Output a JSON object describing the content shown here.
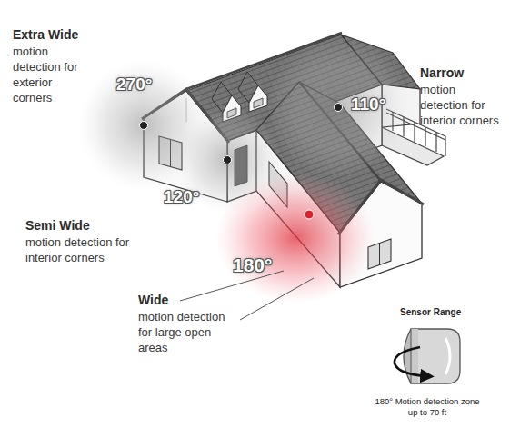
{
  "diagram": {
    "labels": [
      "Extra Wide",
      "motion detection for exterior corners",
      "270°",
      "Narrow",
      "motion detection for interior corners",
      "110°",
      "120°",
      "Semi Wide",
      "motion detection for interior corners",
      "Wide",
      "motion detection for large open areas",
      "180°",
      "Sensor Range",
      "180° Motion detection zone up to 70 ft"
    ]
  }
}
